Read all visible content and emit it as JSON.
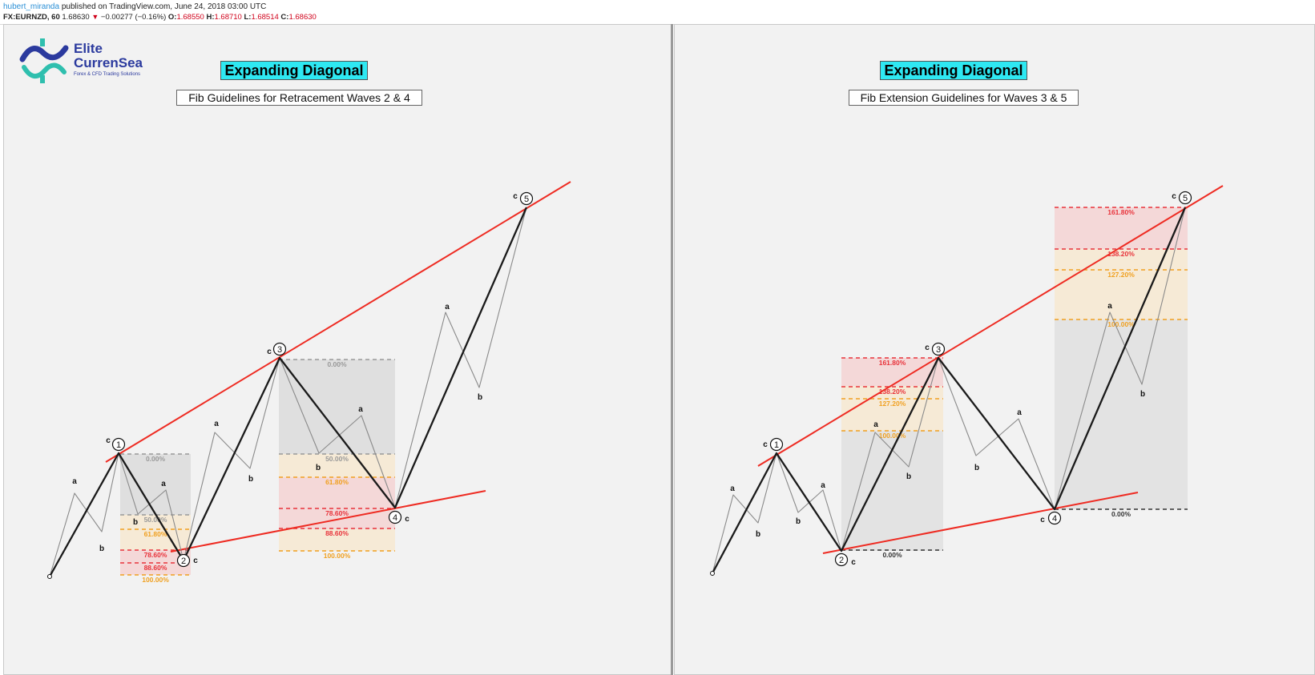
{
  "header": {
    "user": "hubert_miranda",
    "published": "published on TradingView.com, June 24, 2018 03:00 UTC",
    "symbol": "FX:EURNZD, 60",
    "price": "1.68630",
    "change": "−0.00277 (−0.16%)",
    "o_label": "O:",
    "o_value": "1.68550",
    "h_label": "H:",
    "h_value": "1.68710",
    "l_label": "L:",
    "l_value": "1.68514",
    "c_label": "C:",
    "c_value": "1.68630"
  },
  "logo": {
    "line1": "Elite",
    "line2": "CurrenSea",
    "tagline": "Forex & CFD Trading Solutions"
  },
  "colors": {
    "trendline": "#ee2b22",
    "main_wave": "#1a1a1a",
    "sub_wave": "#8a8a8a",
    "fib_red": "#e8323a",
    "fib_orange": "#f0a020",
    "fib_gray": "#999999",
    "title_bg": "#2ee8f2"
  },
  "chart_data": [
    {
      "type": "line",
      "title": "Expanding Diagonal",
      "subtitle": "Fib Guidelines for Retracement Waves 2 & 4",
      "waves": [
        {
          "label": "1",
          "degree": "c"
        },
        {
          "label": "2",
          "degree": "c"
        },
        {
          "label": "3",
          "degree": "c"
        },
        {
          "label": "4",
          "degree": "c"
        },
        {
          "label": "5",
          "degree": "c"
        }
      ],
      "subwave_labels": [
        "a",
        "b",
        "a",
        "b",
        "a",
        "b",
        "a",
        "b",
        "a",
        "b"
      ],
      "fib_retracement_wave2": [
        "0.00%",
        "50.00%",
        "61.80%",
        "78.60%",
        "88.60%",
        "100.00%"
      ],
      "fib_retracement_wave4": [
        "0.00%",
        "50.00%",
        "61.80%",
        "78.60%",
        "88.60%",
        "100.00%"
      ]
    },
    {
      "type": "line",
      "title": "Expanding Diagonal",
      "subtitle": "Fib Extension Guidelines for Waves 3 & 5",
      "waves": [
        {
          "label": "1",
          "degree": "c"
        },
        {
          "label": "2",
          "degree": "c"
        },
        {
          "label": "3",
          "degree": "c"
        },
        {
          "label": "4",
          "degree": "c"
        },
        {
          "label": "5",
          "degree": "c"
        }
      ],
      "subwave_labels": [
        "a",
        "b",
        "a",
        "b",
        "a",
        "b",
        "a",
        "b",
        "a",
        "b"
      ],
      "fib_extension_wave3": [
        "0.00%",
        "100.00%",
        "127.20%",
        "138.20%",
        "161.80%"
      ],
      "fib_extension_wave5": [
        "0.00%",
        "100.00%",
        "127.20%",
        "138.20%",
        "161.80%"
      ]
    }
  ]
}
